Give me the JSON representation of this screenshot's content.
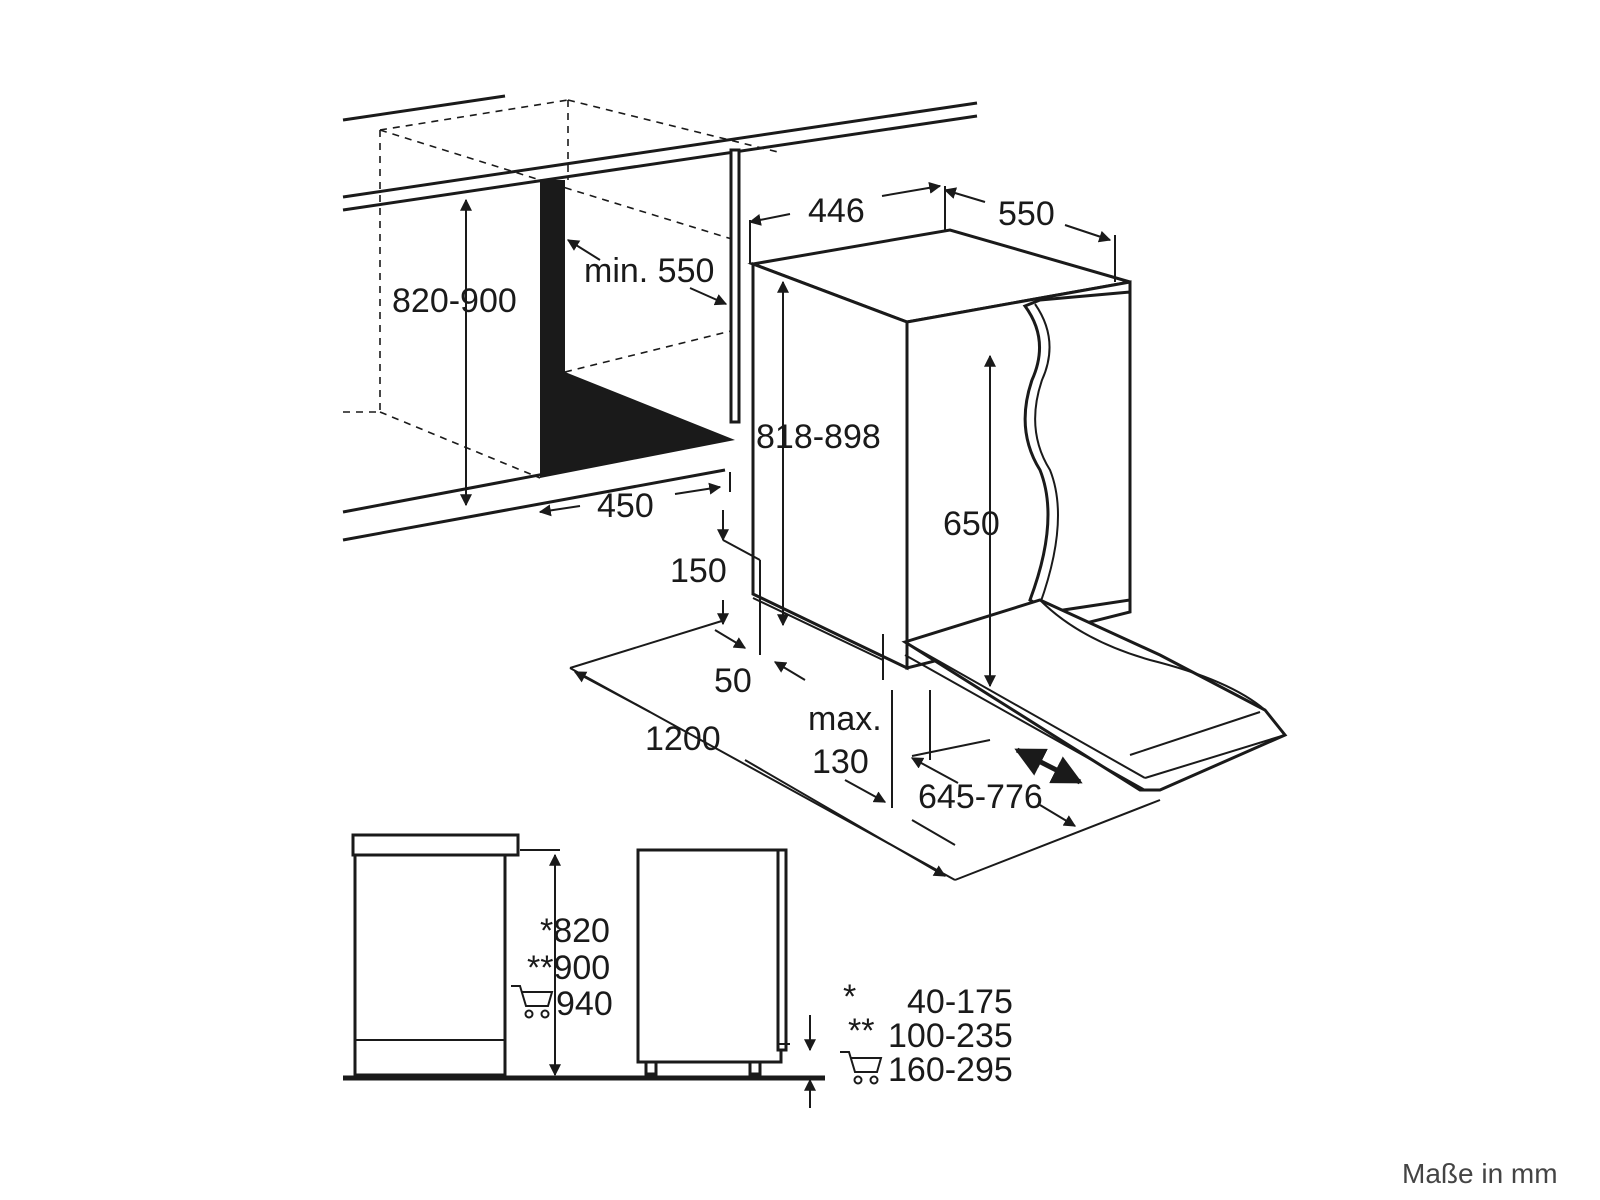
{
  "diagram": {
    "dimensions": {
      "recess_height": "820-900",
      "min_depth": "min. 550",
      "recess_width": "450",
      "body_height": "818-898",
      "body_width": "446",
      "body_depth": "550",
      "door_height": "650",
      "plinth_gap": "150",
      "toe_gap": "50",
      "door_swing": "1200",
      "max_label": "max.",
      "max_value": "130",
      "extension": "645-776"
    },
    "side_view": {
      "height_star": "*820",
      "height_double_star": "**900",
      "height_cart": "940",
      "plinth_rows": [
        {
          "mark": "*",
          "value": "40-175"
        },
        {
          "mark": "**",
          "value": "100-235"
        },
        {
          "mark": "cart-icon",
          "value": "160-295"
        }
      ]
    },
    "footer_note": "Maße in mm"
  },
  "colors": {
    "ink": "#1a1a1a",
    "note": "#444444",
    "background": "#ffffff"
  }
}
